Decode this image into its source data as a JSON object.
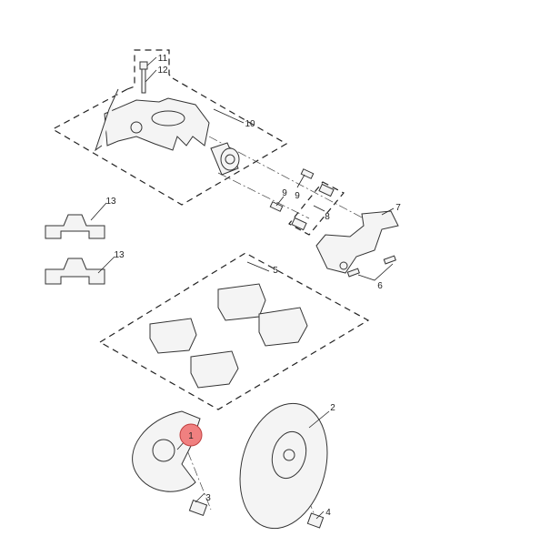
{
  "diagram": {
    "title": "Rear brake assembly exploded view",
    "callouts": {
      "c1": "1",
      "c2": "2",
      "c3": "3",
      "c4": "4",
      "c5": "5",
      "c6": "6",
      "c7": "7",
      "c8": "8",
      "c9a": "9",
      "c9b": "9",
      "c10": "10",
      "c11": "11",
      "c12": "12",
      "c13a": "13",
      "c13b": "13"
    },
    "highlight_color": "#f08080"
  }
}
